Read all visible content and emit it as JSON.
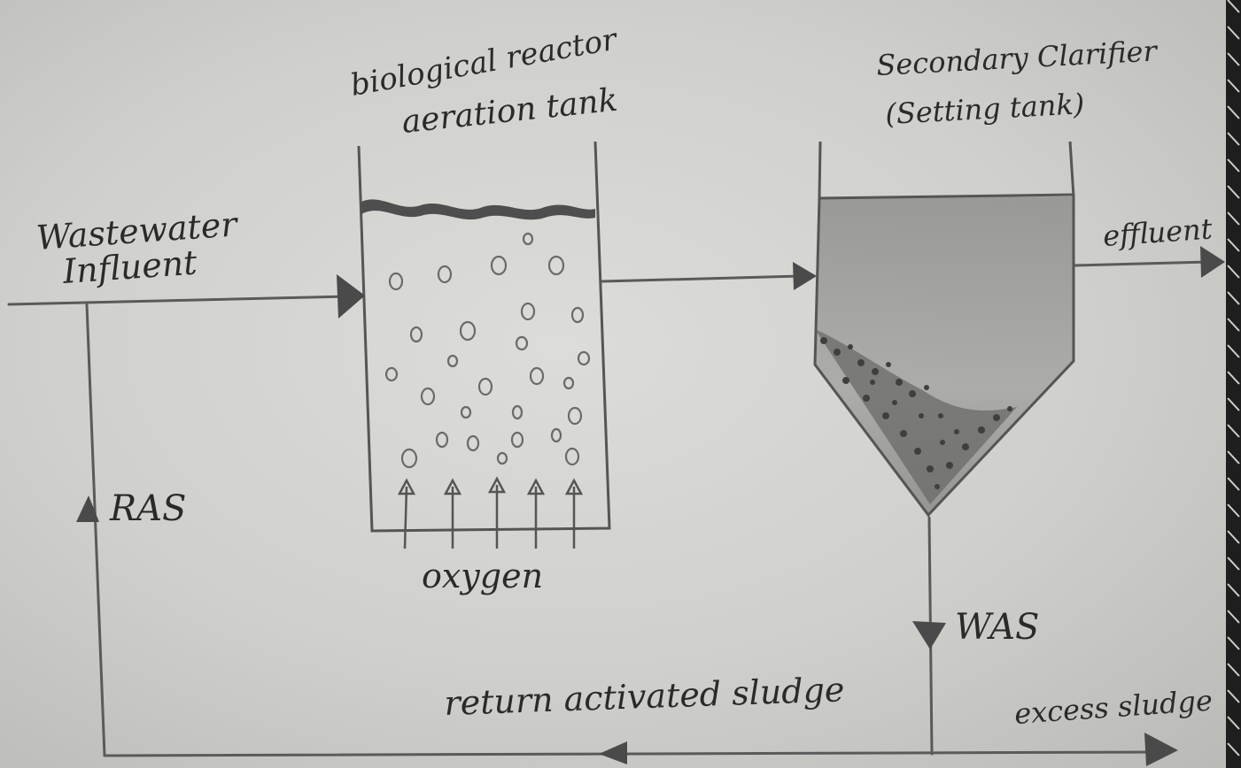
{
  "labels": {
    "reactor_line1": "biological reactor",
    "reactor_line2": "aeration tank",
    "clarifier_line1": "Secondary Clarifier",
    "clarifier_line2": "(Setting tank)",
    "influent_line1": "Wastewater",
    "influent_line2": "Influent",
    "effluent": "effluent",
    "ras": "RAS",
    "oxygen": "oxygen",
    "was": "WAS",
    "return_sludge": "return activated sludge",
    "excess_sludge": "excess sludge"
  },
  "colors": {
    "ink": "#2a2a2a",
    "paper": "#d4d4d1",
    "sludge": "#5e5e5e",
    "clarifier_fill": "#9a9a97"
  }
}
